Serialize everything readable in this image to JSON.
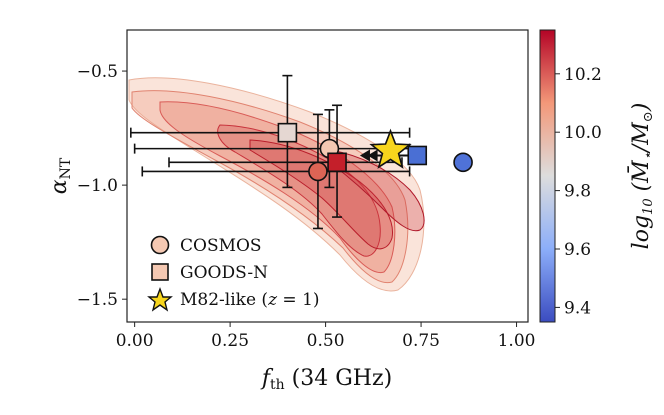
{
  "chart_data": {
    "type": "scatter",
    "xlabel": "f_th (34 GHz)",
    "ylabel": "α_NT",
    "xlim": [
      -0.02,
      1.03
    ],
    "ylim": [
      -1.6,
      -0.32
    ],
    "xticks": [
      "0.00",
      "0.25",
      "0.50",
      "0.75",
      "1.00"
    ],
    "xtick_values": [
      0.0,
      0.25,
      0.5,
      0.75,
      1.0
    ],
    "yticks": [
      "−0.5",
      "−1.0",
      "−1.5"
    ],
    "ytick_values": [
      -0.5,
      -1.0,
      -1.5
    ],
    "colorbar": {
      "label": "log10(M̄⋆/M⊙)",
      "min": 9.35,
      "max": 10.35,
      "ticks": [
        "9.4",
        "9.6",
        "9.8",
        "10.0",
        "10.2"
      ],
      "tick_values": [
        9.4,
        9.6,
        9.8,
        10.0,
        10.2
      ]
    },
    "legend": {
      "placement": "lower-left",
      "entries": [
        "COSMOS",
        "GOODS-N",
        "M82-like (z = 1)"
      ]
    },
    "series": [
      {
        "name": "COSMOS",
        "marker": "circle",
        "points": [
          {
            "x": 0.51,
            "y": -0.84,
            "color": "#f4c8b2",
            "xerr": [
              0.51,
              0.21
            ],
            "yerr": [
              0.17,
              0.17
            ]
          },
          {
            "x": 0.48,
            "y": -0.94,
            "color": "#dd6455",
            "xerr": [
              0.46,
              0.24
            ],
            "yerr": [
              0.25,
              0.25
            ]
          },
          {
            "x": 0.86,
            "y": -0.9,
            "color": "#4f72d8"
          }
        ]
      },
      {
        "name": "GOODS-N",
        "marker": "square",
        "points": [
          {
            "x": 0.4,
            "y": -0.77,
            "color": "#e5d7d2",
            "xerr": [
              0.41,
              0.32
            ],
            "yerr": [
              0.24,
              0.25
            ]
          },
          {
            "x": 0.53,
            "y": -0.9,
            "color": "#c41f2a",
            "xerr": [
              0.44,
              0.17
            ],
            "yerr": [
              0.24,
              0.25
            ]
          },
          {
            "x": 0.74,
            "y": -0.87,
            "color": "#4a6fd4"
          }
        ]
      },
      {
        "name": "M82-like (z = 1)",
        "marker": "star",
        "points": [
          {
            "x": 0.67,
            "y": -0.85,
            "color": "#f7d51d"
          }
        ]
      }
    ],
    "arrows": [
      {
        "from": 0.755,
        "to": 0.61,
        "y": -0.87
      },
      {
        "from": 0.735,
        "to": 0.59,
        "y": -0.87
      }
    ],
    "contours": [
      {
        "color": "#e06a5c",
        "opacity": 0.22,
        "levels": 3
      },
      {
        "color": "#d0343a",
        "opacity": 0.35,
        "levels": 3
      }
    ]
  }
}
